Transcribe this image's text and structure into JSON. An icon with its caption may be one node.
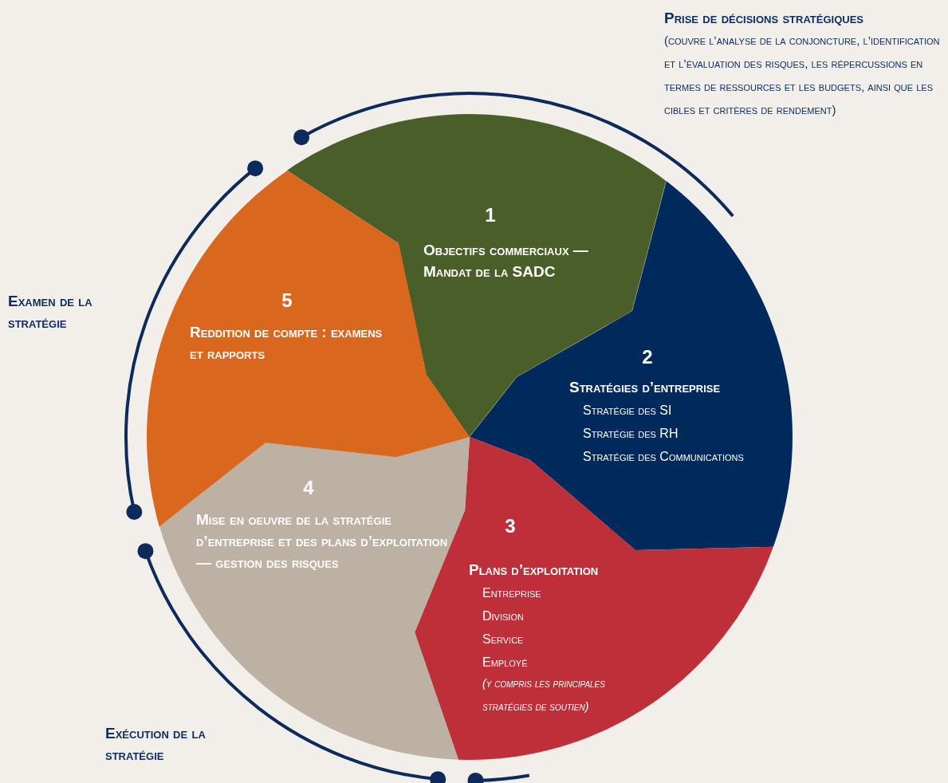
{
  "diagram": {
    "nodes": [
      {
        "text": [
          "1",
          "Objectifs commerciaux — Mandat de la SADC"
        ]
      },
      {
        "text": [
          "2",
          "Stratégies d’entreprise",
          "Stratégie des SI",
          "Stratégie des RH",
          "Stratégie des Communications"
        ]
      },
      {
        "text": [
          "3",
          "Plans d’exploitation",
          "Entreprise",
          "Division",
          "Service",
          "Employé",
          "(y compris les principales stratégies de soutien)"
        ]
      },
      {
        "text": [
          "4",
          "Mise en oeuvre de la stratégie d’entreprise et des plans d’exploitation — gestion des risques"
        ]
      },
      {
        "text": [
          "5",
          "Reddition de compte : examens et rapports"
        ]
      }
    ],
    "edges": [],
    "labels": [
      "Prise de décisions stratégiques",
      "(couvre l’analyse de la conjoncture, l’identification et l’évaluation des risques, les répercussions en termes de ressources et les budgets, ainsi que les cibles et critères de rendement)",
      "Examen de la stratégie",
      "Exécution de la stratégie"
    ]
  }
}
